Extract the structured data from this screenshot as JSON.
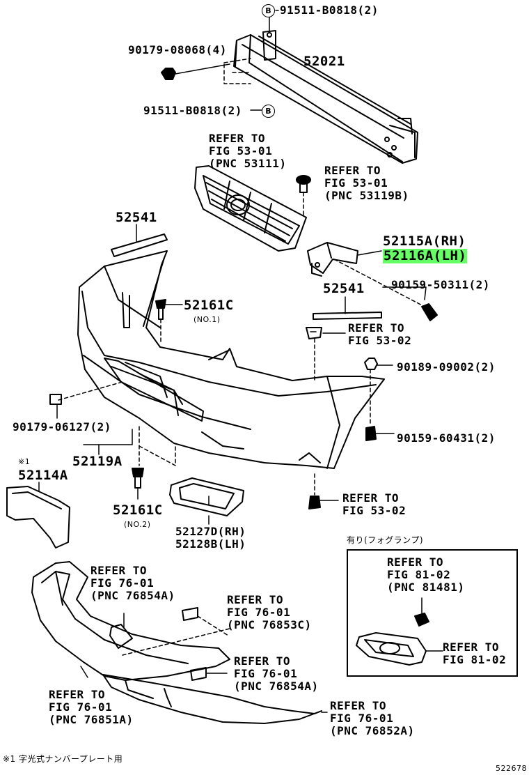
{
  "parts": {
    "bolt_top": "91511-B0818(2)",
    "nut_left_top": "90179-08068(4)",
    "bolt_mid": "91511-B0818(2)",
    "reinforcement": "52021",
    "grille_ref": [
      "REFER TO",
      "FIG 53-01",
      "(PNC 53111)"
    ],
    "emblem_ref": [
      "REFER TO",
      "FIG 53-01",
      "(PNC 53119B)"
    ],
    "retainer_left": "52541",
    "bracket_rh": "52115A(RH)",
    "bracket_lh": "52116A(LH)",
    "bolt_90159_50311": "90159-50311(2)",
    "retainer_right": "52541",
    "clip_52161c_no1": "52161C",
    "no1": "(NO.1)",
    "ref_53_02_a": [
      "REFER TO",
      "FIG 53-02"
    ],
    "nut_90189": "90189-09002(2)",
    "nut_90179_06127": "90179-06127(2)",
    "bolt_90159_60431": "90159-60431(2)",
    "cover_52119a": "52119A",
    "note_mark": "※1",
    "plate_52114a": "52114A",
    "clip_52161c_no2": "52161C",
    "no2": "(NO.2)",
    "ref_53_02_b": [
      "REFER TO",
      "FIG 53-02"
    ],
    "lamp_cover": [
      "52127D(RH)",
      "52128B(LH)"
    ],
    "fog_title": "有り(フォグランプ)",
    "ref_76854a": [
      "REFER TO",
      "FIG 76-01",
      "(PNC 76854A)"
    ],
    "ref_76853c": [
      "REFER TO",
      "FIG 76-01",
      "(PNC 76853C)"
    ],
    "ref_81481": [
      "REFER TO",
      "FIG 81-02",
      "(PNC 81481)"
    ],
    "ref_81_02": [
      "REFER TO",
      "FIG 81-02"
    ],
    "ref_76854a_b": [
      "REFER TO",
      "FIG 76-01",
      "(PNC 76854A)"
    ],
    "ref_76851a": [
      "REFER TO",
      "FIG 76-01",
      "(PNC 76851A)"
    ],
    "ref_76852a": [
      "REFER TO",
      "FIG 76-01",
      "(PNC 76852A)"
    ],
    "footnote": "※1 字光式ナンバープレート用",
    "drawing_no": "522678",
    "b_mark": "B"
  },
  "highlight_color": "#66ff66"
}
